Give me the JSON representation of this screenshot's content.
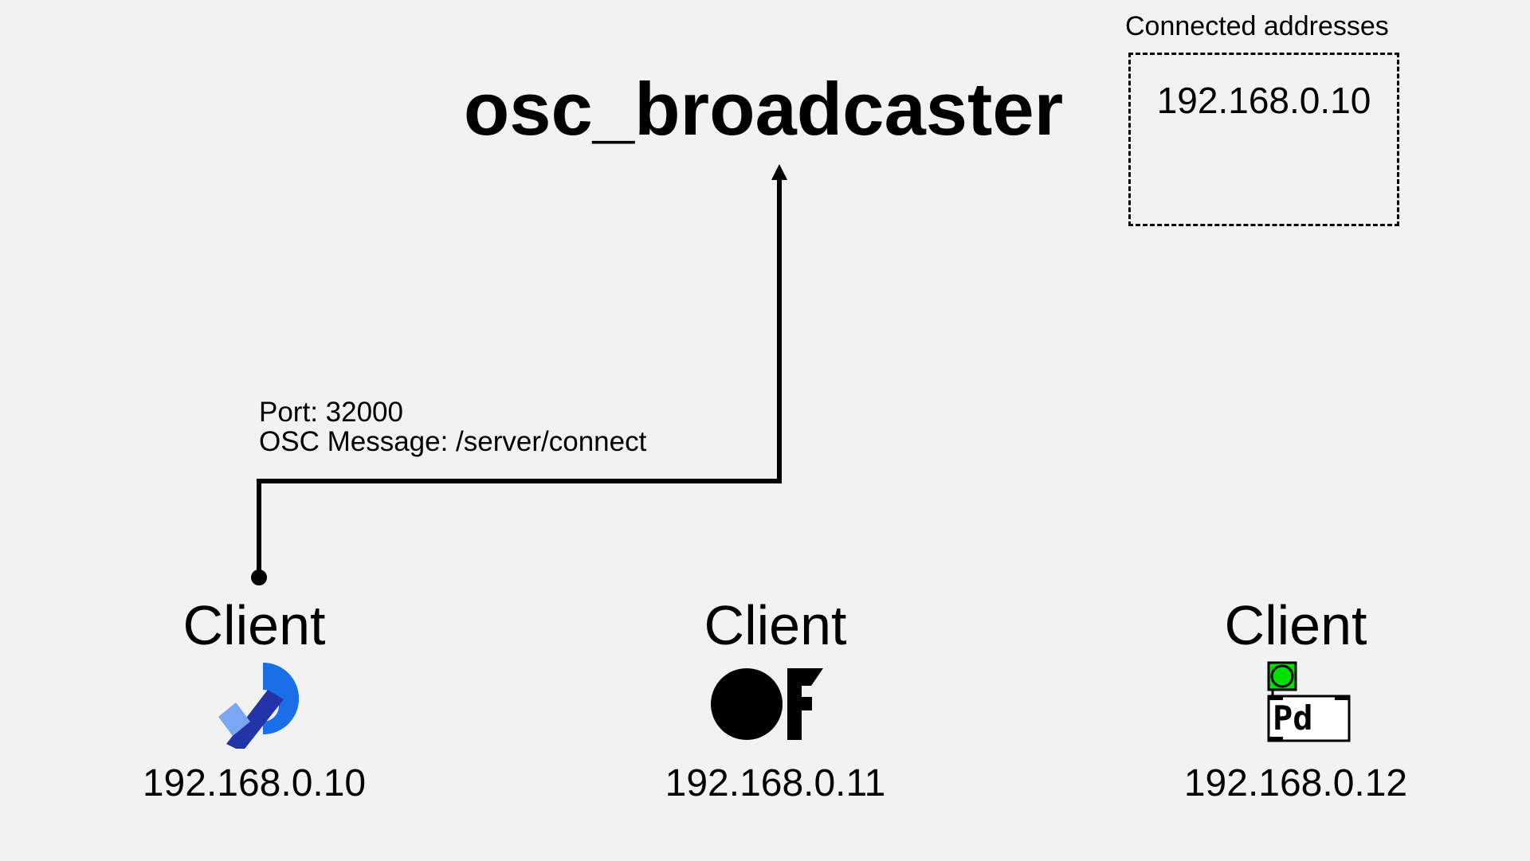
{
  "server": {
    "title": "osc_broadcaster"
  },
  "connected": {
    "label": "Connected addresses",
    "addresses": [
      "192.168.0.10"
    ]
  },
  "connection": {
    "port_line": "Port: 32000",
    "message_line": "OSC Message: /server/connect"
  },
  "clients": [
    {
      "label": "Client",
      "ip": "192.168.0.10",
      "icon": "pixel-logo-icon"
    },
    {
      "label": "Client",
      "ip": "192.168.0.11",
      "icon": "openframeworks-logo-icon"
    },
    {
      "label": "Client",
      "ip": "192.168.0.12",
      "icon": "puredata-logo-icon"
    }
  ],
  "colors": {
    "background": "#f2f2f2",
    "logo_blue": "#1a6fe8",
    "logo_navy": "#2334a8",
    "logo_light_blue": "#7aa6f2",
    "pd_green": "#00e000"
  }
}
